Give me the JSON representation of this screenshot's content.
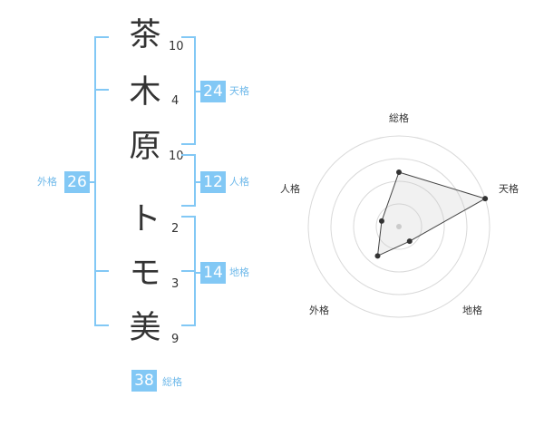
{
  "name": {
    "chars": [
      {
        "char": "茶",
        "strokes": "10"
      },
      {
        "char": "木",
        "strokes": "4"
      },
      {
        "char": "原",
        "strokes": "10"
      },
      {
        "char": "ト",
        "strokes": "2"
      },
      {
        "char": "モ",
        "strokes": "3"
      },
      {
        "char": "美",
        "strokes": "9"
      }
    ]
  },
  "kakusu": {
    "tenkaku": {
      "value": "24",
      "label": "天格"
    },
    "jinkaku": {
      "value": "12",
      "label": "人格"
    },
    "chikaku": {
      "value": "14",
      "label": "地格"
    },
    "gaikaku": {
      "value": "26",
      "label": "外格"
    },
    "soukaku": {
      "value": "38",
      "label": "総格"
    }
  },
  "colors": {
    "accent": "#82c8f5",
    "accent_text": "#6fb9ea",
    "text": "#333333"
  },
  "chart_data": {
    "type": "radar",
    "axes": [
      "総格",
      "天格",
      "地格",
      "外格",
      "人格"
    ],
    "values": [
      3,
      5,
      1,
      2,
      1
    ],
    "rmax": 5,
    "rings": 4,
    "grid": true
  }
}
